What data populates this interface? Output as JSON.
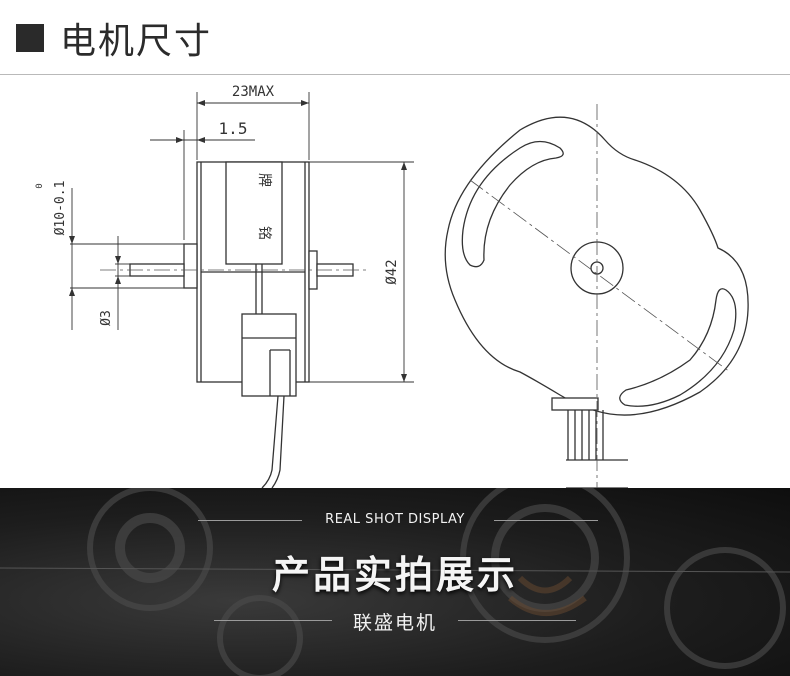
{
  "header": {
    "title": "电机尺寸"
  },
  "drawing": {
    "dim_width": "23MAX",
    "dim_flange": "1.5",
    "dim_boss": "Ø10-0.1",
    "dim_boss_tol": "0",
    "dim_shaft": "Ø3",
    "dim_body": "Ø42",
    "nameplate_char_1": "牌",
    "nameplate_char_2": "铭"
  },
  "banner": {
    "subtitle_en": "REAL SHOT DISPLAY",
    "title_cn": "产品实拍展示",
    "brand": "联盛电机"
  },
  "colors": {
    "line": "#333333",
    "banner_bg": "#1d1d1d",
    "text_light": "#f2f2f2"
  }
}
